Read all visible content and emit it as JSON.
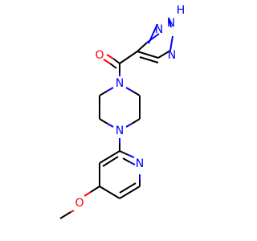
{
  "molecule": {
    "atom_labels": {
      "n_triazole_1": "N",
      "nh_triazole": "N",
      "h_triazole": "H",
      "n_triazole_3": "N",
      "o_carbonyl": "O",
      "n_piperazine_top": "N",
      "n_piperazine_bottom": "N",
      "n_pyridine": "N",
      "o_methoxy": "O"
    },
    "colors": {
      "carbon_bond": "#000000",
      "nitrogen": "#0000ff",
      "oxygen": "#ff0000",
      "background": "#ffffff"
    }
  }
}
